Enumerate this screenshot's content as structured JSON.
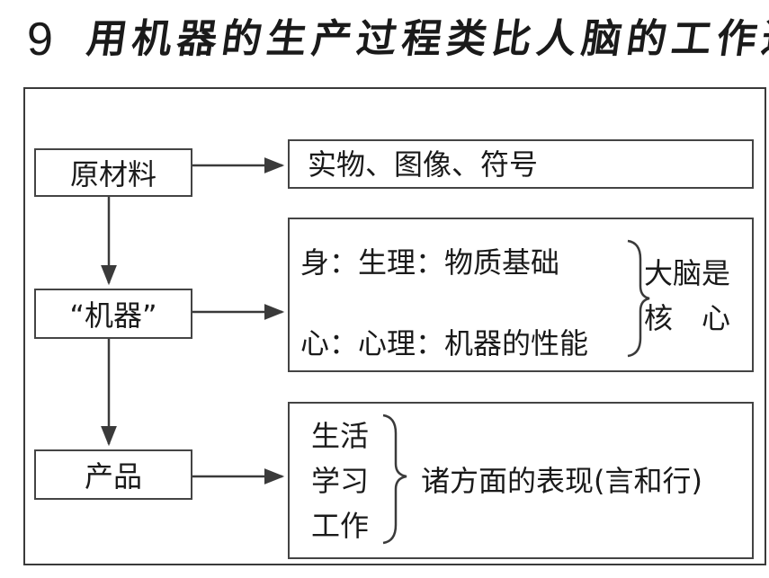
{
  "title": {
    "number": "9",
    "text": "用机器的生产过程类比人脑的工作过程"
  },
  "left_boxes": {
    "raw": "原材料",
    "machine": "“机器”",
    "product": "产品"
  },
  "right_boxes": {
    "materials": "实物、图像、符号",
    "body_line": "身：生理：物质基础",
    "mind_line": "心：心理：机器的性能",
    "brain_core_line1": "大脑是",
    "brain_core_line2": "核　心",
    "life": "生活",
    "study": "学习",
    "work": "工作",
    "manifestation": "诸方面的表现(言和行)"
  },
  "colors": {
    "line": "#3a3a3a",
    "text": "#1a1a1a",
    "background": "#ffffff"
  }
}
